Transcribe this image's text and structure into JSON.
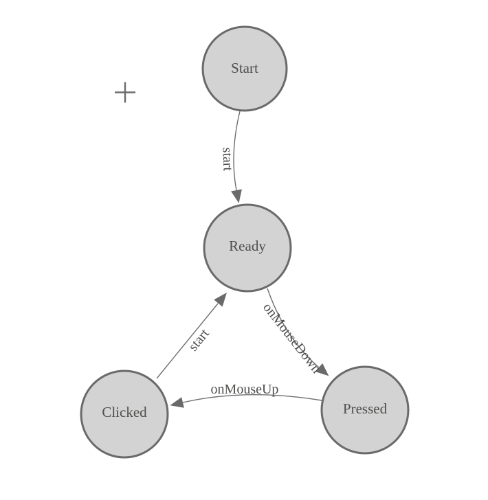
{
  "diagram": {
    "type": "state-machine",
    "background": "#ffffff",
    "palette": {
      "node_fill": "#d3d3d3",
      "node_stroke": "#6a6a6a",
      "edge_color": "#6e6e6e",
      "arrow_fill": "#6a6a6a",
      "label_color": "#4f4e4c",
      "cursor_color": "#6b6b6b"
    },
    "nodes": [
      {
        "id": "start",
        "label": "Start"
      },
      {
        "id": "ready",
        "label": "Ready"
      },
      {
        "id": "clicked",
        "label": "Clicked"
      },
      {
        "id": "pressed",
        "label": "Pressed"
      }
    ],
    "edges": [
      {
        "from": "Start",
        "to": "Ready",
        "label": "start"
      },
      {
        "from": "Clicked",
        "to": "Ready",
        "label": "start"
      },
      {
        "from": "Ready",
        "to": "Pressed",
        "label": "onMouseDown"
      },
      {
        "from": "Pressed",
        "to": "Clicked",
        "label": "onMouseUp"
      }
    ],
    "cursor": {
      "type": "crosshair-plus"
    }
  }
}
